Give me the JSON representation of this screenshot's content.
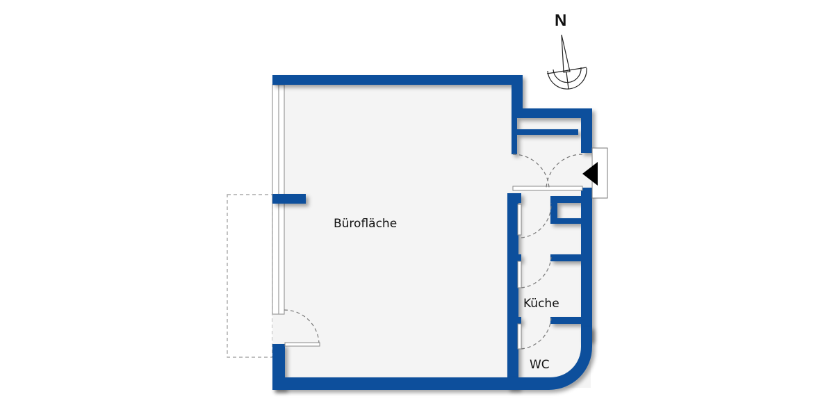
{
  "plan": {
    "type": "floor-plan",
    "wall_color": "#0a4f9c",
    "floor_color": "#f4f4f4",
    "line_color": "#888888"
  },
  "compass": {
    "label": "N",
    "icon": "north-arrow-icon"
  },
  "rooms": [
    {
      "id": "office",
      "label": "Bürofläche"
    },
    {
      "id": "kitchen",
      "label": "Küche"
    },
    {
      "id": "wc",
      "label": "WC"
    }
  ],
  "entrance": {
    "icon": "entrance-arrow-icon"
  }
}
